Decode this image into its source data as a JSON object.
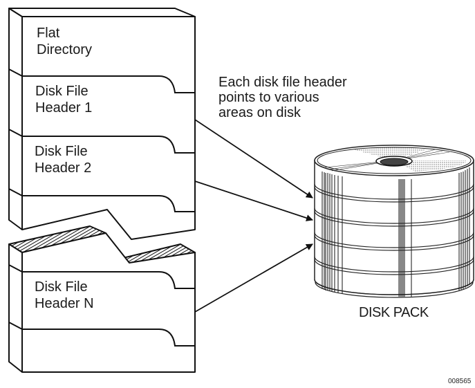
{
  "diagram": {
    "directory_label_line1": "Flat",
    "directory_label_line2": "Directory",
    "headers": [
      {
        "line1": "Disk File",
        "line2": "Header 1"
      },
      {
        "line1": "Disk File",
        "line2": "Header 2"
      },
      {
        "line1": "Disk File",
        "line2": "Header N"
      }
    ],
    "annotation": [
      "Each disk file header",
      "points to various",
      "areas on disk"
    ],
    "disk_label": "DISK PACK",
    "figure_id": "008565",
    "colors": {
      "stroke": "#111111",
      "background": "#ffffff",
      "text": "#1a1a1a"
    }
  }
}
